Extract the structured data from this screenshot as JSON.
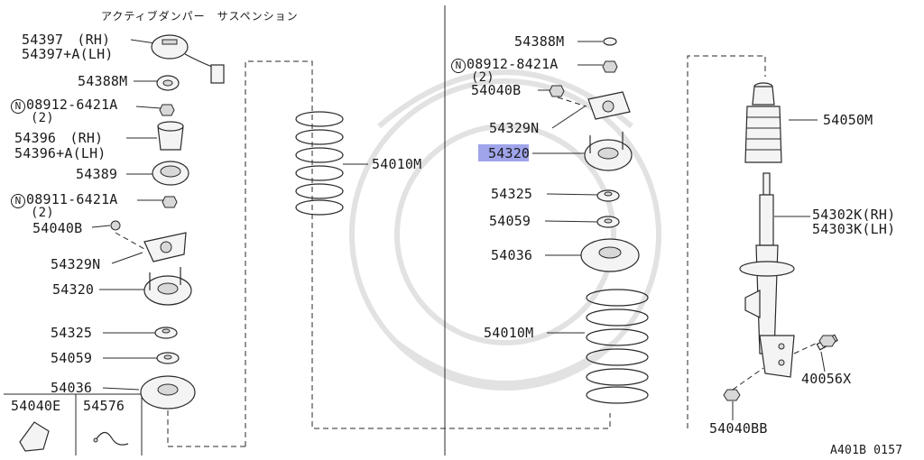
{
  "header": {
    "title_jp": "アクティブダンパー　サスペンション"
  },
  "left": {
    "l54397_rh": "54397　(RH)",
    "l54397_lh": "54397+A(LH)",
    "l54388m": "54388M",
    "l08912_num": "08912-6421A",
    "l08912_qty": "(2)",
    "l54396_rh": "54396　(RH)",
    "l54396_lh": "54396+A(LH)",
    "l54389": "54389",
    "l08911_num": "08911-6421A",
    "l08911_qty": "(2)",
    "l54040b": "54040B",
    "l54329n": "54329N",
    "l54320": "54320",
    "l54325": "54325",
    "l54059": "54059",
    "l54036": "54036",
    "l54010m": "54010M"
  },
  "inset": {
    "left_label": "54040E",
    "right_label": "54576"
  },
  "right": {
    "r54388m": "54388M",
    "r08912_num": "08912-8421A",
    "r08912_qty": "(2)",
    "r54040b": "54040B",
    "r54329n": "54329N",
    "r54320": "54320",
    "r54325": "54325",
    "r54059": "54059",
    "r54036": "54036",
    "r54010m": "54010M",
    "r54050m": "54050M",
    "r54302k": "54302K(RH)",
    "r54303k": "54303K(LH)",
    "r40056x": "40056X",
    "r54040bb": "54040BB"
  },
  "footer": {
    "code": "A401B 0157"
  },
  "marks": {
    "n_circle": "N"
  },
  "colors": {
    "highlight": "#8f94e8",
    "ink": "#1a1a1a"
  }
}
